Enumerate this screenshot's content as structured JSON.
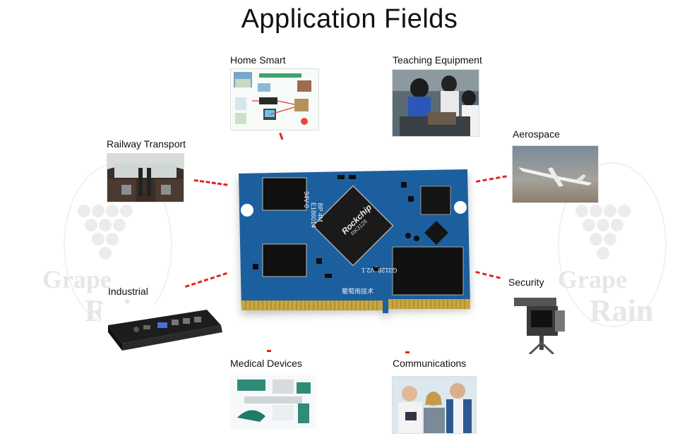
{
  "title": "Application Fields",
  "watermark": {
    "line1": "Grape",
    "line2": "Rain"
  },
  "fields": {
    "home_smart": "Home Smart",
    "teaching_equipment": "Teaching Equipment",
    "railway_transport": "Railway Transport",
    "aerospace": "Aerospace",
    "industrial": "Industrial",
    "security": "Security",
    "medical_devices": "Medical Devices",
    "communications": "Communications"
  },
  "board": {
    "chip_brand": "Rockchip",
    "chip_model": "RK3128",
    "board_rev": "G3128_V2.1",
    "silk_marks": [
      "94V-0",
      "E186014",
      "BP 4M"
    ],
    "maker_text": "葡萄雨技术"
  },
  "colors": {
    "connector": "#e0261f",
    "pcb": "#1f5f9e",
    "title": "#111111"
  }
}
